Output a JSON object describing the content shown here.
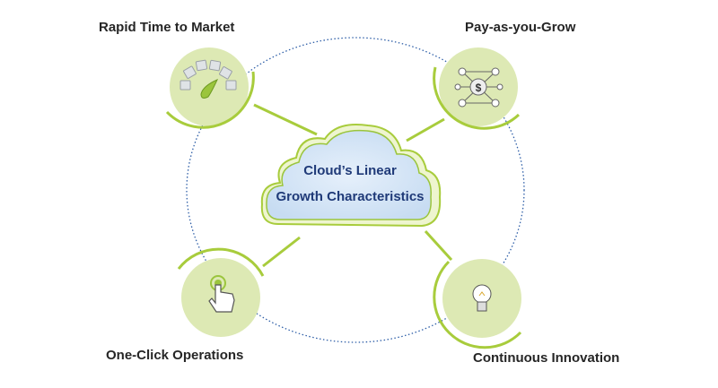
{
  "title": {
    "line1": "Cloud’s Linear",
    "line2": "Growth Characteristics"
  },
  "nodes": [
    {
      "label": "Rapid Time to Market",
      "icon": "speedometer-icon"
    },
    {
      "label": "Pay-as-you-Grow",
      "icon": "dollar-network-icon"
    },
    {
      "label": "One-Click Operations",
      "icon": "hand-click-icon"
    },
    {
      "label": "Continuous Innovation",
      "icon": "lightbulb-icon"
    }
  ],
  "colors": {
    "accent": "#a8cc3c",
    "circle_fill": "#dde9b4",
    "cloud_fill": "#d6e6f7",
    "title": "#1f3a78",
    "dotted": "#2f5fa8"
  }
}
